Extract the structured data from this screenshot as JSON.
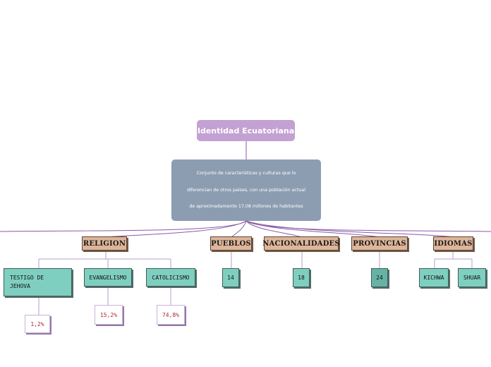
{
  "root": {
    "title": "Identidad Ecuatoriana"
  },
  "description": {
    "line1": "Conjunto de características y culturas que lo",
    "line2": "diferencian de otros países, con una población actual",
    "line3": "de aproximadamente 17,08 millones de habitantes"
  },
  "categories": {
    "religion": {
      "label": "RELIGION",
      "items": [
        {
          "label": "TESTIGO DE JEHOVA",
          "value": "1,2%"
        },
        {
          "label": "EVANGELISMO",
          "value": "15,2%"
        },
        {
          "label": "CATOLICISMO",
          "value": "74,8%"
        }
      ]
    },
    "pueblos": {
      "label": "PUEBLOS",
      "value": "14"
    },
    "nacionalidades": {
      "label": "NACIONALIDADES",
      "value": "18"
    },
    "provincias": {
      "label": "PROVINCIAS",
      "value": "24"
    },
    "idiomas": {
      "label": "IDIOMAS",
      "items": [
        "KICHWA",
        "SHUAR"
      ]
    }
  },
  "colors": {
    "root": "#c3a1d3",
    "description": "#8c9db2",
    "category": "#deb59a",
    "leaf": "#7fcfc0",
    "connector": "#8b5aa6",
    "percent_text": "#b0263a"
  }
}
